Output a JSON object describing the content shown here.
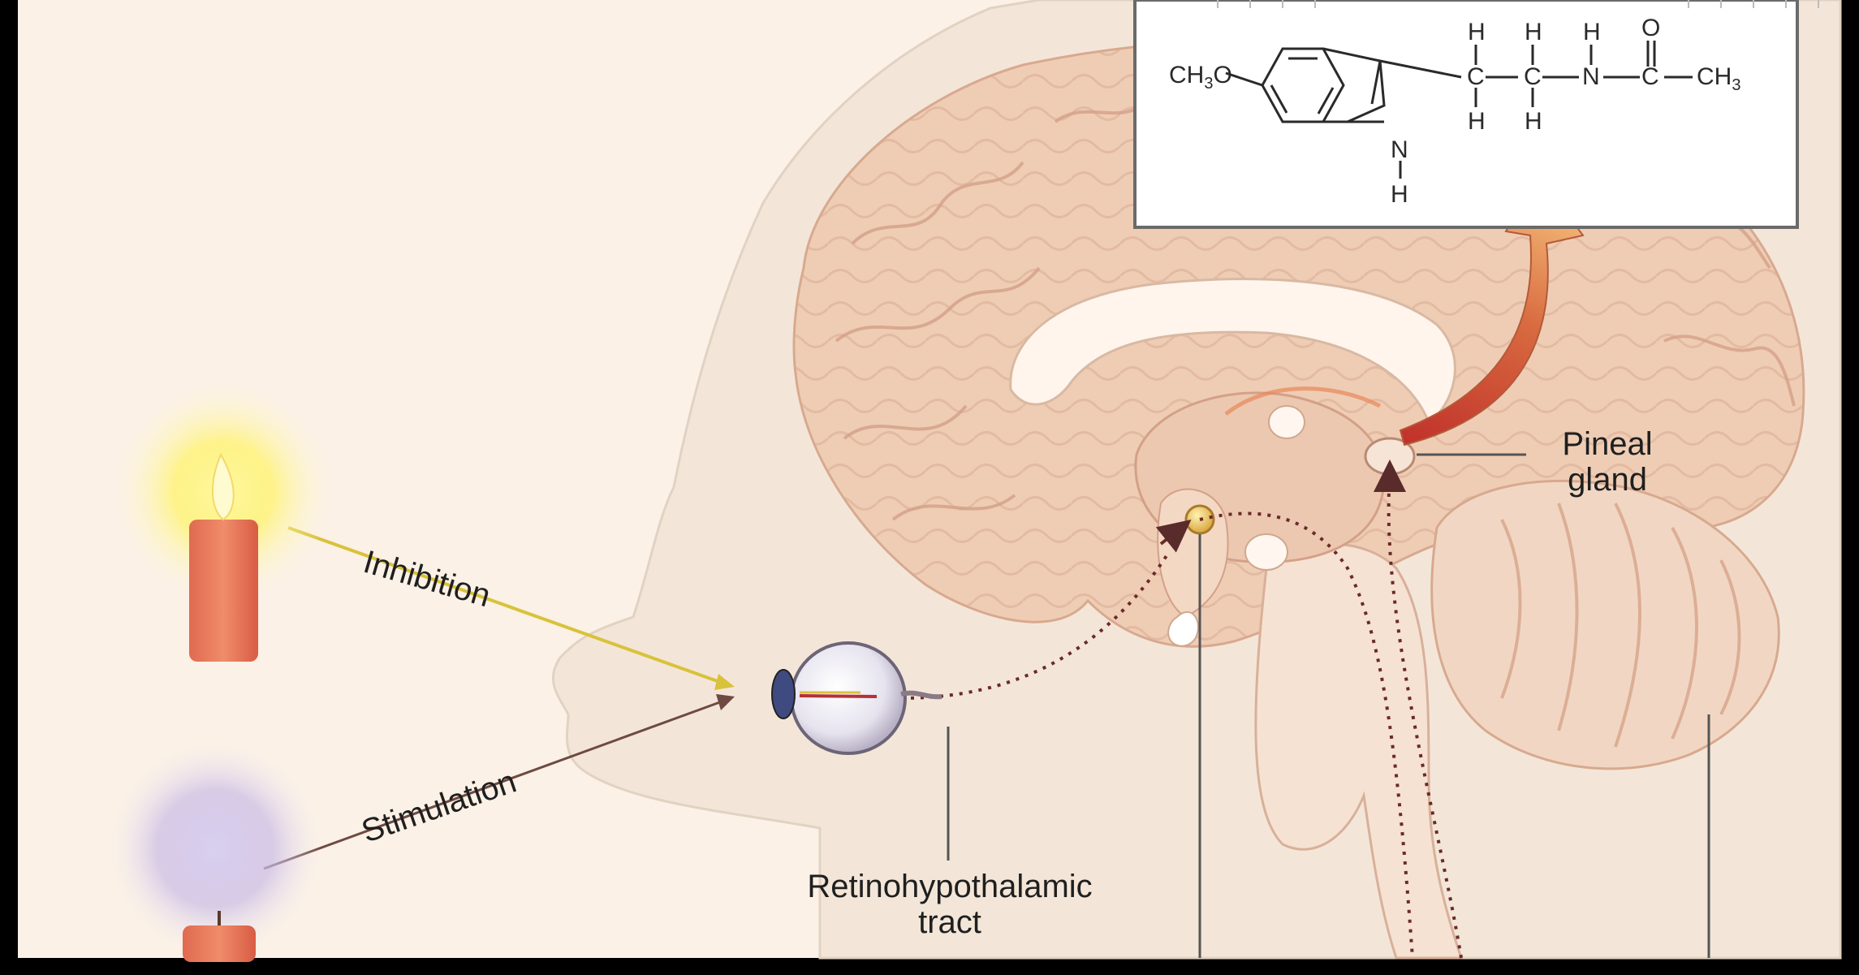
{
  "labels": {
    "inhibition": "Inhibition",
    "stimulation": "Stimulation",
    "retinohypothalamic_line1": "Retinohypothalamic",
    "retinohypothalamic_line2": "tract",
    "pineal_line1": "Pineal",
    "pineal_line2": "gland"
  },
  "molecule": {
    "methoxy_prefix": "CH",
    "methoxy_sub": "3",
    "methoxy_suffix": "O",
    "indole_n": "N",
    "indole_h": "H",
    "h": "H",
    "c": "C",
    "n": "N",
    "o": "O",
    "ch3_prefix": "CH",
    "ch3_sub": "3"
  },
  "colors": {
    "background": "#fbf1e6",
    "brain": "#efcdb5",
    "inhibition_ray": "#d8c23a",
    "stimulation_ray": "#6e4a42",
    "arrow_gradient_start": "#c0302a",
    "arrow_gradient_end": "#f0b070"
  }
}
